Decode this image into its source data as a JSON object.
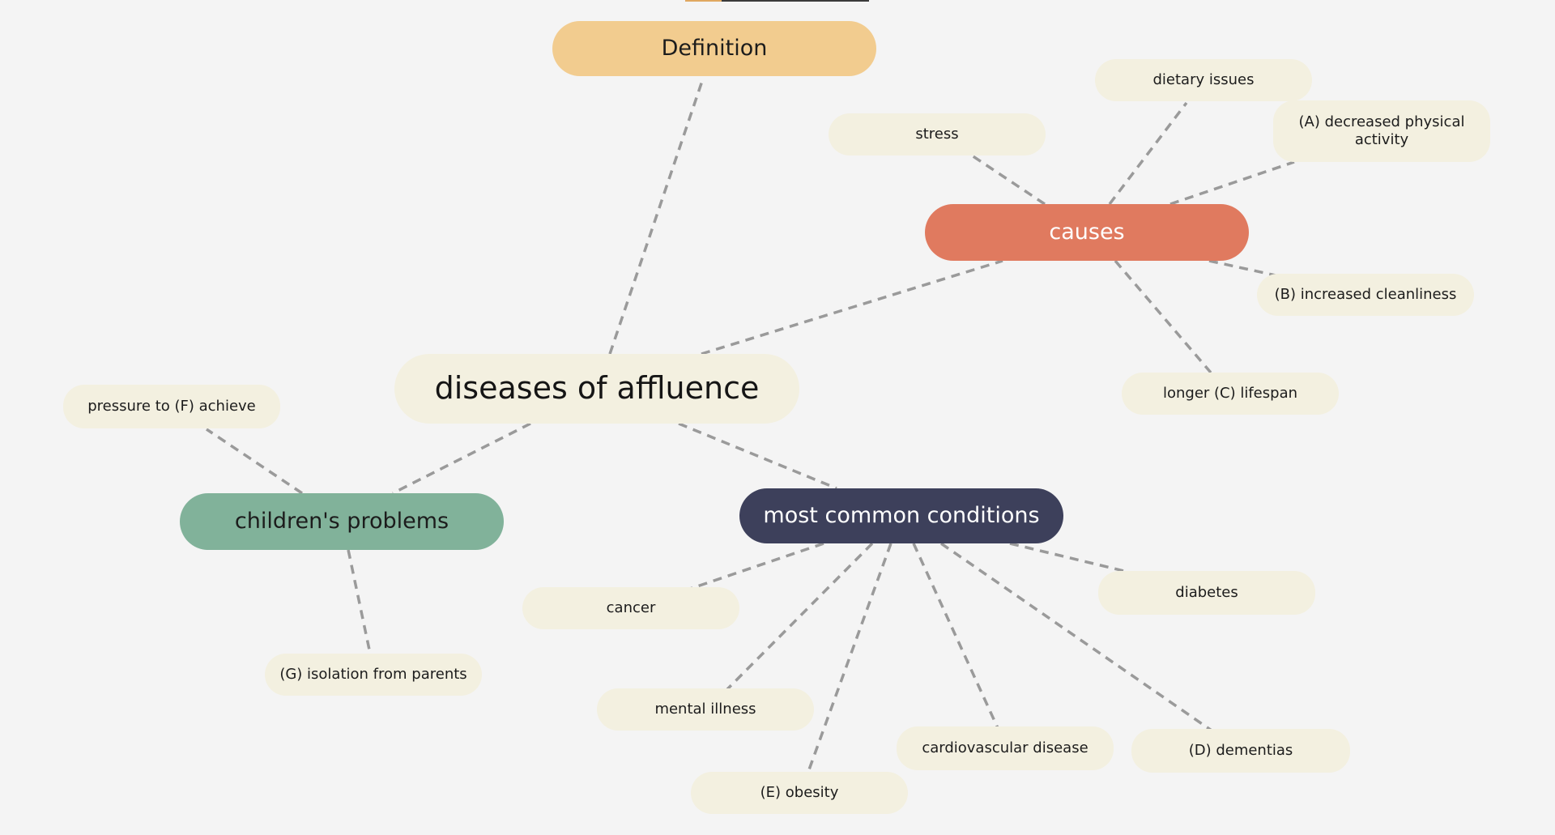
{
  "colors": {
    "background": "#f4f4f4",
    "connector": "#9a9a9a",
    "leaf_fill": "#f3f0e0",
    "root_fill": "#f3f0e0",
    "definition_fill": "#f2cc8f",
    "causes_fill": "#e07a5f",
    "children_fill": "#81b29a",
    "conditions_fill": "#3d405b",
    "dark_text": "#1c1c1c",
    "light_text": "#ffffff",
    "top_tab_a": "#e0a860",
    "top_tab_b": "#3a3a3a"
  },
  "mind_map": {
    "root": {
      "label": "diseases of affluence"
    },
    "definition": {
      "label": "Definition"
    },
    "causes": {
      "label": "causes",
      "children": [
        {
          "label": "stress"
        },
        {
          "label": "dietary issues"
        },
        {
          "label": "(A) decreased physical activity"
        },
        {
          "label": "(B) increased cleanliness"
        },
        {
          "label": "longer (C) lifespan"
        }
      ]
    },
    "childrens_problems": {
      "label": "children's problems",
      "children": [
        {
          "label": "pressure to (F) achieve"
        },
        {
          "label": "(G) isolation from parents"
        }
      ]
    },
    "most_common_conditions": {
      "label": "most common conditions",
      "children": [
        {
          "label": "cancer"
        },
        {
          "label": "mental illness"
        },
        {
          "label": "(E) obesity"
        },
        {
          "label": "cardiovascular disease"
        },
        {
          "label": "(D) dementias"
        },
        {
          "label": "diabetes"
        }
      ]
    }
  }
}
